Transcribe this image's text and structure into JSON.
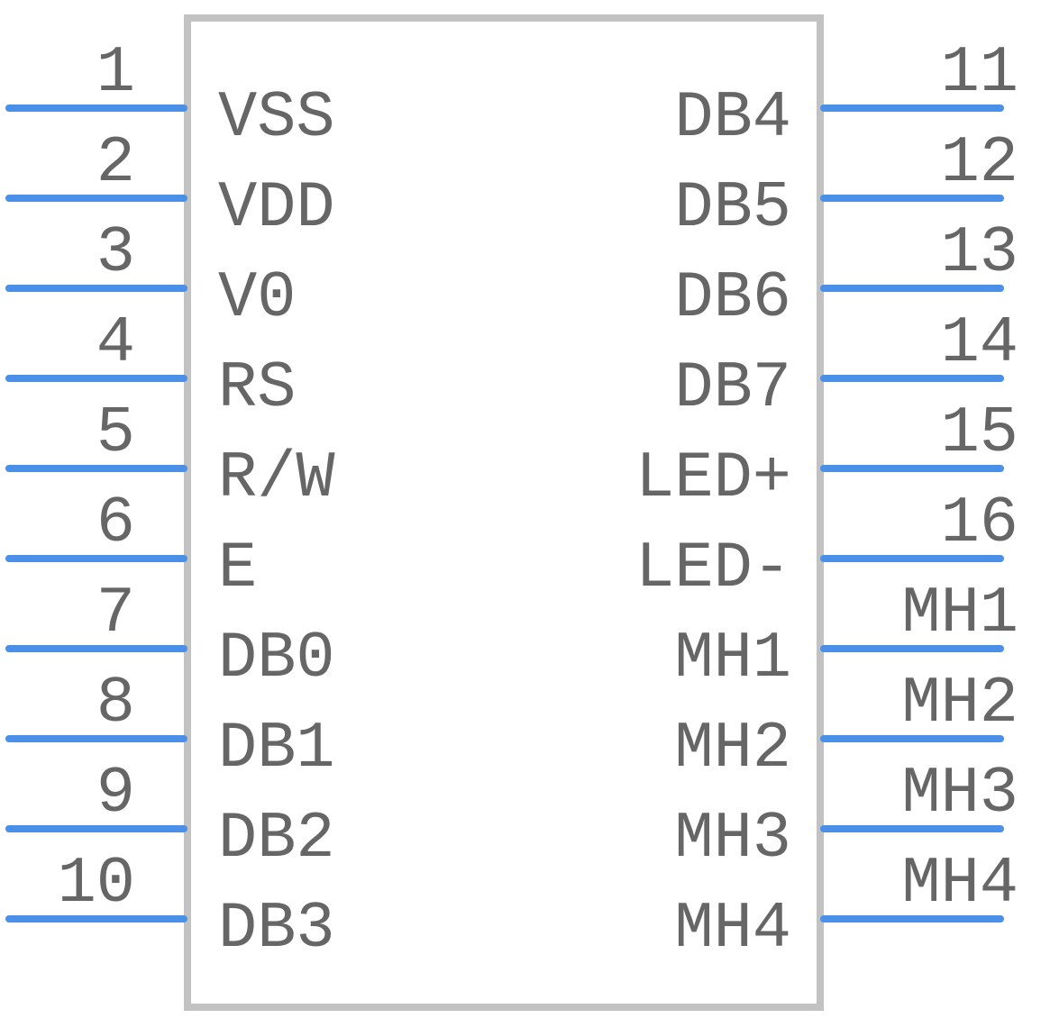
{
  "symbol": {
    "colors": {
      "pin": "#4a90e8",
      "body_outline": "#c2c2c2",
      "text": "#666666",
      "background": "#ffffff"
    },
    "left_pins": [
      {
        "number": "1",
        "name": "VSS"
      },
      {
        "number": "2",
        "name": "VDD"
      },
      {
        "number": "3",
        "name": "V0"
      },
      {
        "number": "4",
        "name": "RS"
      },
      {
        "number": "5",
        "name": "R/W"
      },
      {
        "number": "6",
        "name": "E"
      },
      {
        "number": "7",
        "name": "DB0"
      },
      {
        "number": "8",
        "name": "DB1"
      },
      {
        "number": "9",
        "name": "DB2"
      },
      {
        "number": "10",
        "name": "DB3"
      }
    ],
    "right_pins": [
      {
        "number": "11",
        "name": "DB4"
      },
      {
        "number": "12",
        "name": "DB5"
      },
      {
        "number": "13",
        "name": "DB6"
      },
      {
        "number": "14",
        "name": "DB7"
      },
      {
        "number": "15",
        "name": "LED+"
      },
      {
        "number": "16",
        "name": "LED-"
      },
      {
        "number": "MH1",
        "name": "MH1"
      },
      {
        "number": "MH2",
        "name": "MH2"
      },
      {
        "number": "MH3",
        "name": "MH3"
      },
      {
        "number": "MH4",
        "name": "MH4"
      }
    ]
  }
}
